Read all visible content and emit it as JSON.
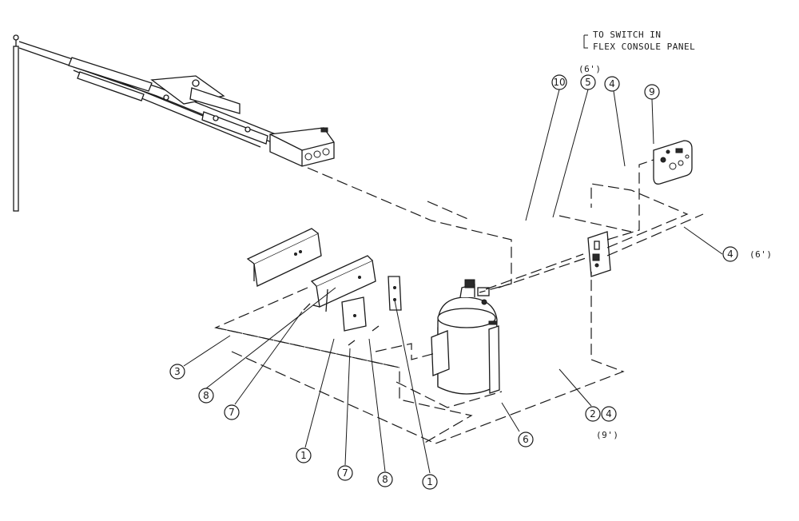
{
  "note": {
    "line1": "TO SWITCH IN",
    "line2": "FLEX CONSOLE PANEL"
  },
  "lengths": {
    "a": "(6')",
    "b": "(6')",
    "c": "(9')"
  },
  "callouts": {
    "c1a": "1",
    "c1b": "1",
    "c2": "2",
    "c3": "3",
    "c4a": "4",
    "c4b": "4",
    "c4c": "4",
    "c5": "5",
    "c6": "6",
    "c7a": "7",
    "c7b": "7",
    "c8a": "8",
    "c8b": "8",
    "c9": "9",
    "c10": "10"
  }
}
